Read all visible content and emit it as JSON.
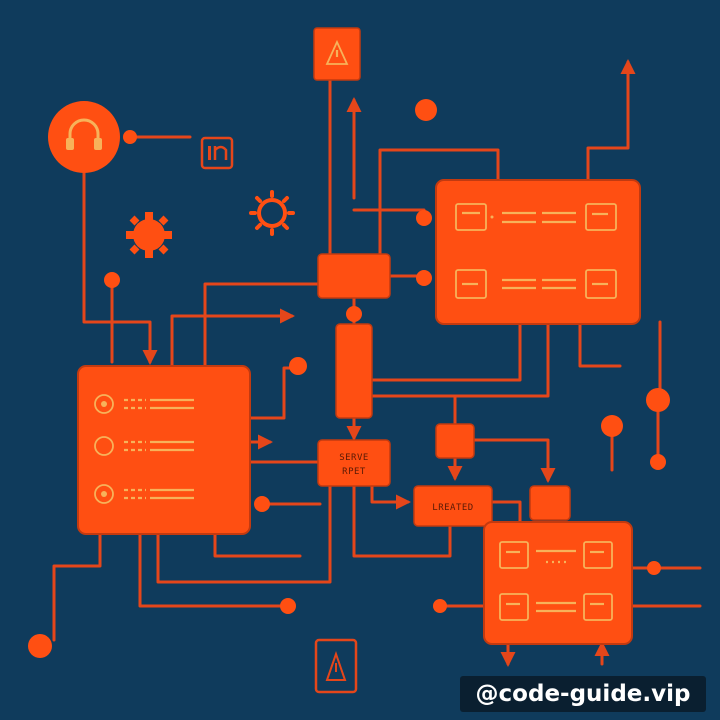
{
  "colors": {
    "background": "#0f3b5c",
    "accent": "#ff4f12",
    "wire": "#e5461a",
    "detail": "#f7b25a"
  },
  "nodes": {
    "serve_label_line1": "SERVE",
    "serve_label_line2": "RPET",
    "created_label": "LREATED"
  },
  "icons": [
    "headset-icon",
    "linkedin-icon",
    "gear-icon",
    "settings-cog-icon",
    "warning-icon",
    "alert-icon"
  ],
  "watermark": "@code-guide.vip"
}
